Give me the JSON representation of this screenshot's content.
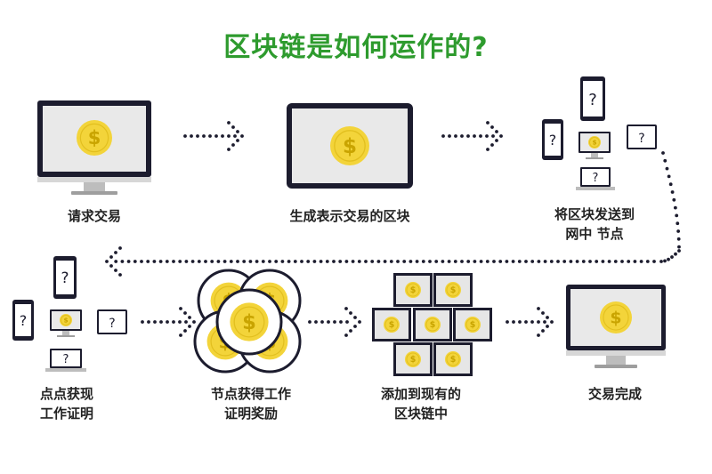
{
  "title": "区块链是如何运作的?",
  "colors": {
    "title": "#2e9b2e",
    "coin": "#f3d43a",
    "coin_symbol": "#c9a400",
    "device_frame": "#1c1c2e",
    "screen": "#e6e6e6",
    "arrow_dots": "#1c1c2e"
  },
  "steps": [
    {
      "id": "request",
      "lines": [
        "请求交易"
      ]
    },
    {
      "id": "create-block",
      "lines": [
        "生成表示交易的区块"
      ]
    },
    {
      "id": "broadcast",
      "lines": [
        "将区块发送到",
        "网中 节点"
      ]
    },
    {
      "id": "validate",
      "lines": [
        "点点获现",
        "工作证明"
      ]
    },
    {
      "id": "reward",
      "lines": [
        "节点获得工作",
        "证明奖励"
      ]
    },
    {
      "id": "add-chain",
      "lines": [
        "添加到现有的",
        "区块链中"
      ]
    },
    {
      "id": "complete",
      "lines": [
        "交易完成"
      ]
    }
  ],
  "icons": {
    "coin": "dollar-coin-icon",
    "unknown": "question-mark"
  },
  "symbols": {
    "coin": "$",
    "unknown": "?"
  }
}
